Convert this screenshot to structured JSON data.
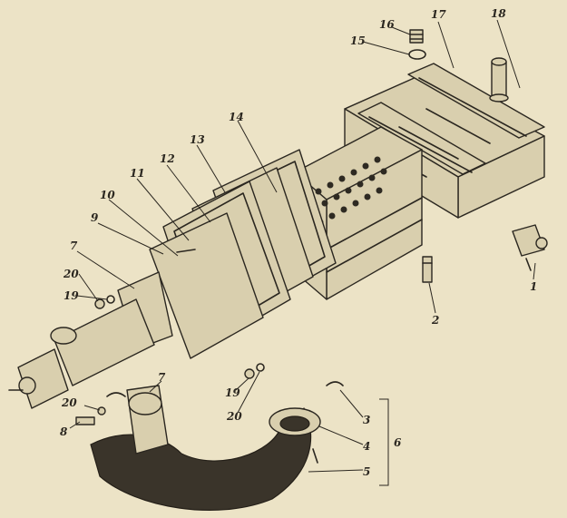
{
  "callouts": [
    {
      "id": "c1",
      "text": "1"
    },
    {
      "id": "c2",
      "text": "2"
    },
    {
      "id": "c3",
      "text": "3"
    },
    {
      "id": "c4",
      "text": "4"
    },
    {
      "id": "c5",
      "text": "5"
    },
    {
      "id": "c6",
      "text": "6"
    },
    {
      "id": "c7a",
      "text": "7"
    },
    {
      "id": "c7b",
      "text": "7"
    },
    {
      "id": "c8",
      "text": "8"
    },
    {
      "id": "c9",
      "text": "9"
    },
    {
      "id": "c10",
      "text": "10"
    },
    {
      "id": "c11",
      "text": "11"
    },
    {
      "id": "c12",
      "text": "12"
    },
    {
      "id": "c13",
      "text": "13"
    },
    {
      "id": "c14",
      "text": "14"
    },
    {
      "id": "c15",
      "text": "15"
    },
    {
      "id": "c16",
      "text": "16"
    },
    {
      "id": "c17",
      "text": "17"
    },
    {
      "id": "c18",
      "text": "18"
    },
    {
      "id": "c19a",
      "text": "19"
    },
    {
      "id": "c19b",
      "text": "19"
    },
    {
      "id": "c20a",
      "text": "20"
    },
    {
      "id": "c20b",
      "text": "20"
    },
    {
      "id": "c20c",
      "text": "20"
    }
  ]
}
